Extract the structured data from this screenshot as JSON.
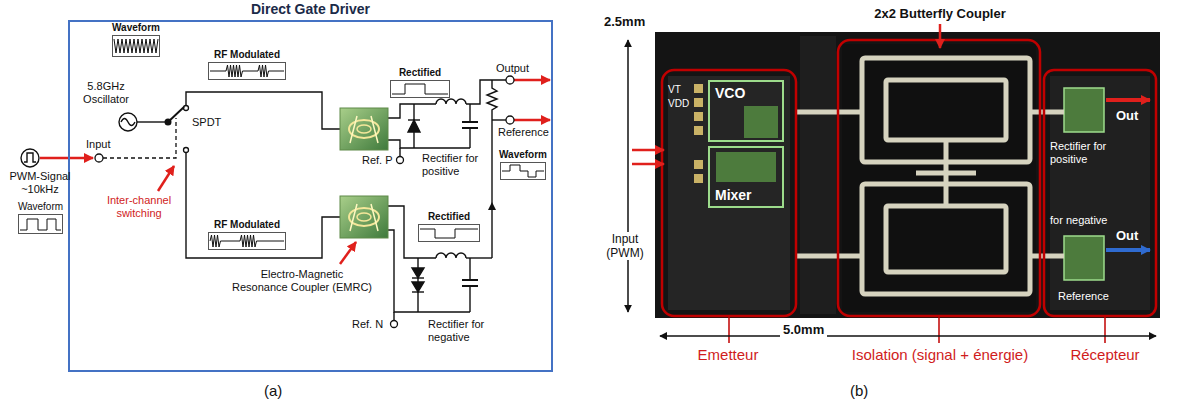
{
  "diagram": {
    "nodes": [
      {
        "text": [
          "Direct Gate Driver"
        ]
      },
      {
        "text": [
          "Waveform"
        ],
        "in": 0
      },
      {
        "text": [
          "RF Modulated"
        ],
        "in": 0
      },
      {
        "text": [
          "Rectified"
        ],
        "in": 0
      },
      {
        "text": [
          "Waveform"
        ],
        "in": 0
      },
      {
        "text": [
          "RF Modulated"
        ],
        "in": 0
      },
      {
        "text": [
          "Rectified"
        ],
        "in": 0
      },
      {
        "text": [
          "Waveform"
        ]
      },
      {
        "text": [
          "VCO"
        ]
      },
      {
        "text": [
          "Mixer"
        ]
      }
    ],
    "labels": [
      "5.8GHz Oscillator",
      "SPDT",
      "Input",
      "PWM-Signal ~10kHz",
      "Inter-channel switching",
      "Electro-Magnetic Resonance Coupler (EMRC)",
      "Output",
      "Ref. P",
      "Rectifier for positive",
      "Reference",
      "Ref. N",
      "Rectifier for negative",
      "(a)",
      "2.5mm",
      "2x2 Butterfly Coupler",
      "VT",
      "VDD",
      "Input (PWM)",
      "Rectifier for positive",
      "for negative",
      "Out",
      "Out",
      "Reference",
      "5.0mm",
      "Emetteur",
      "Isolation (signal + énergie)",
      "Récepteur",
      "(b)"
    ]
  }
}
